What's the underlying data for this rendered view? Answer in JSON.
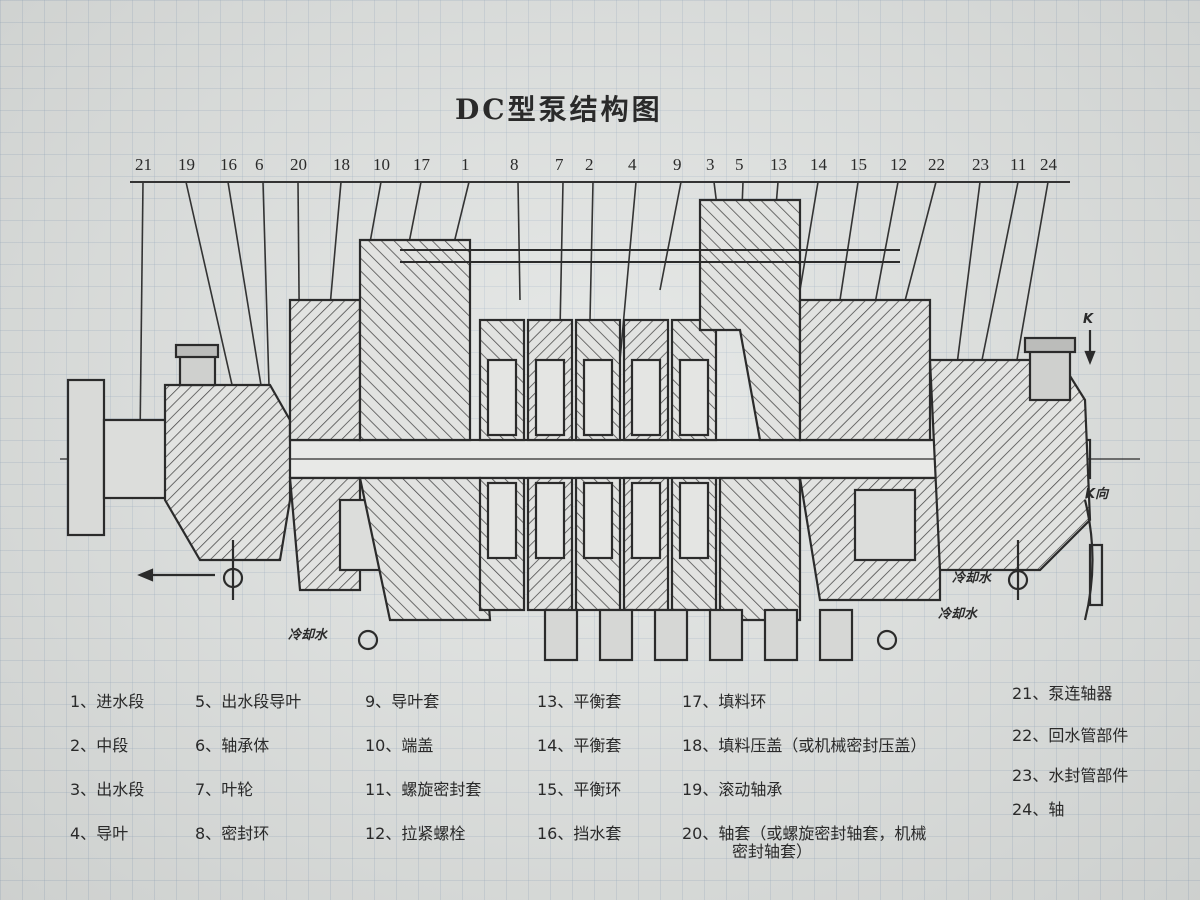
{
  "title": "DC型泵结构图",
  "callout_numbers": [
    "21",
    "19",
    "16",
    "6",
    "20",
    "18",
    "10",
    "17",
    "1",
    "8",
    "7",
    "2",
    "4",
    "9",
    "3",
    "5",
    "13",
    "14",
    "15",
    "12",
    "22",
    "23",
    "11",
    "24"
  ],
  "annotations": {
    "k_arrow": "K",
    "k_view": "K向",
    "cooling_water_left": "冷却水",
    "cooling_water_right_1": "冷却水",
    "cooling_water_right_2": "冷却水"
  },
  "legend": [
    {
      "n": "1、",
      "t": "进水段"
    },
    {
      "n": "2、",
      "t": "中段"
    },
    {
      "n": "3、",
      "t": "出水段"
    },
    {
      "n": "4、",
      "t": "导叶"
    },
    {
      "n": "5、",
      "t": "出水段导叶"
    },
    {
      "n": "6、",
      "t": "轴承体"
    },
    {
      "n": "7、",
      "t": "叶轮"
    },
    {
      "n": "8、",
      "t": "密封环"
    },
    {
      "n": "9、",
      "t": "导叶套"
    },
    {
      "n": "10、",
      "t": "端盖"
    },
    {
      "n": "11、",
      "t": "螺旋密封套"
    },
    {
      "n": "12、",
      "t": "拉紧螺栓"
    },
    {
      "n": "13、",
      "t": "平衡套"
    },
    {
      "n": "14、",
      "t": "平衡套"
    },
    {
      "n": "15、",
      "t": "平衡环"
    },
    {
      "n": "16、",
      "t": "挡水套"
    },
    {
      "n": "17、",
      "t": "填料环"
    },
    {
      "n": "18、",
      "t": "填料压盖（或机械密封压盖）"
    },
    {
      "n": "19、",
      "t": "滚动轴承"
    },
    {
      "n": "20、",
      "t": "轴套（或螺旋密封轴套，机械"
    },
    {
      "n": "21、",
      "t": "泵连轴器"
    },
    {
      "n": "22、",
      "t": "回水管部件"
    },
    {
      "n": "23、",
      "t": "水封管部件"
    },
    {
      "n": "24、",
      "t": "轴"
    }
  ],
  "legend_continuation": "密封轴套）"
}
